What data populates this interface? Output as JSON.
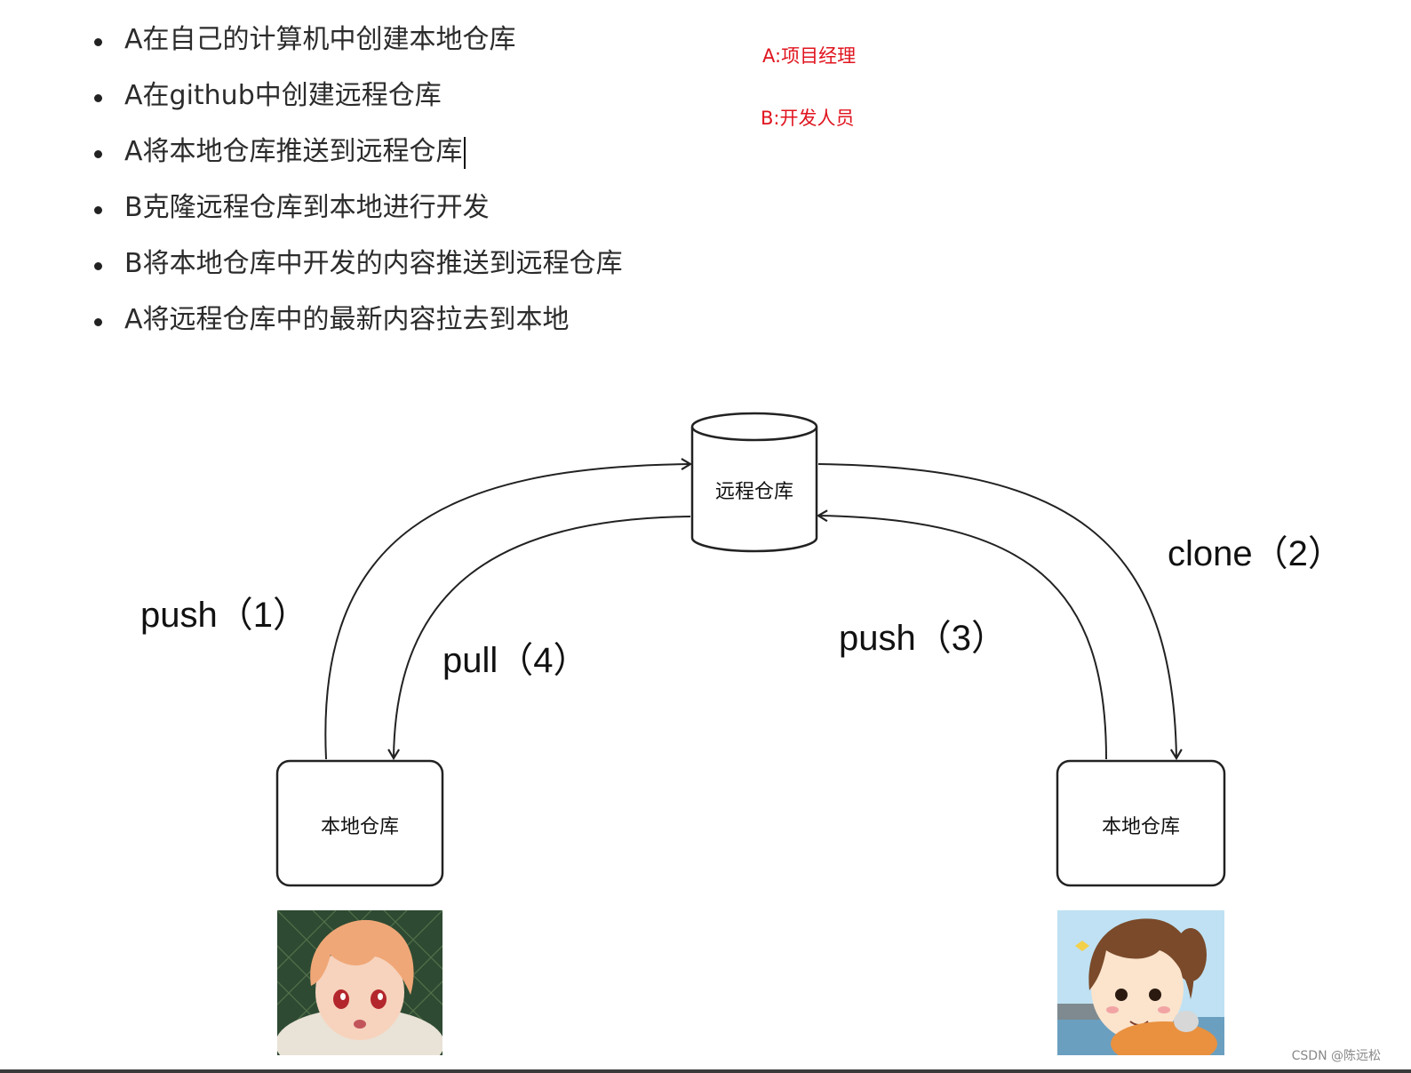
{
  "steps": [
    {
      "text": "A在自己的计算机中创建本地仓库"
    },
    {
      "text": "A在github中创建远程仓库"
    },
    {
      "text": "A将本地仓库推送到远程仓库"
    },
    {
      "text": "B克隆远程仓库到本地进行开发"
    },
    {
      "text": "B将本地仓库中开发的内容推送到远程仓库"
    },
    {
      "text": "A将远程仓库中的最新内容拉去到本地"
    }
  ],
  "roles": {
    "a": "A:项目经理",
    "b": "B:开发人员"
  },
  "diagram": {
    "remote_repo": "远程仓库",
    "local_repo_a": "本地仓库",
    "local_repo_b": "本地仓库",
    "push1": "push（1）",
    "pull4": "pull（4）",
    "push3": "push（3）",
    "clone2": "clone（2）"
  },
  "colors": {
    "role_text": "#e0141e",
    "line": "#222222"
  },
  "watermark": "CSDN @陈远松"
}
